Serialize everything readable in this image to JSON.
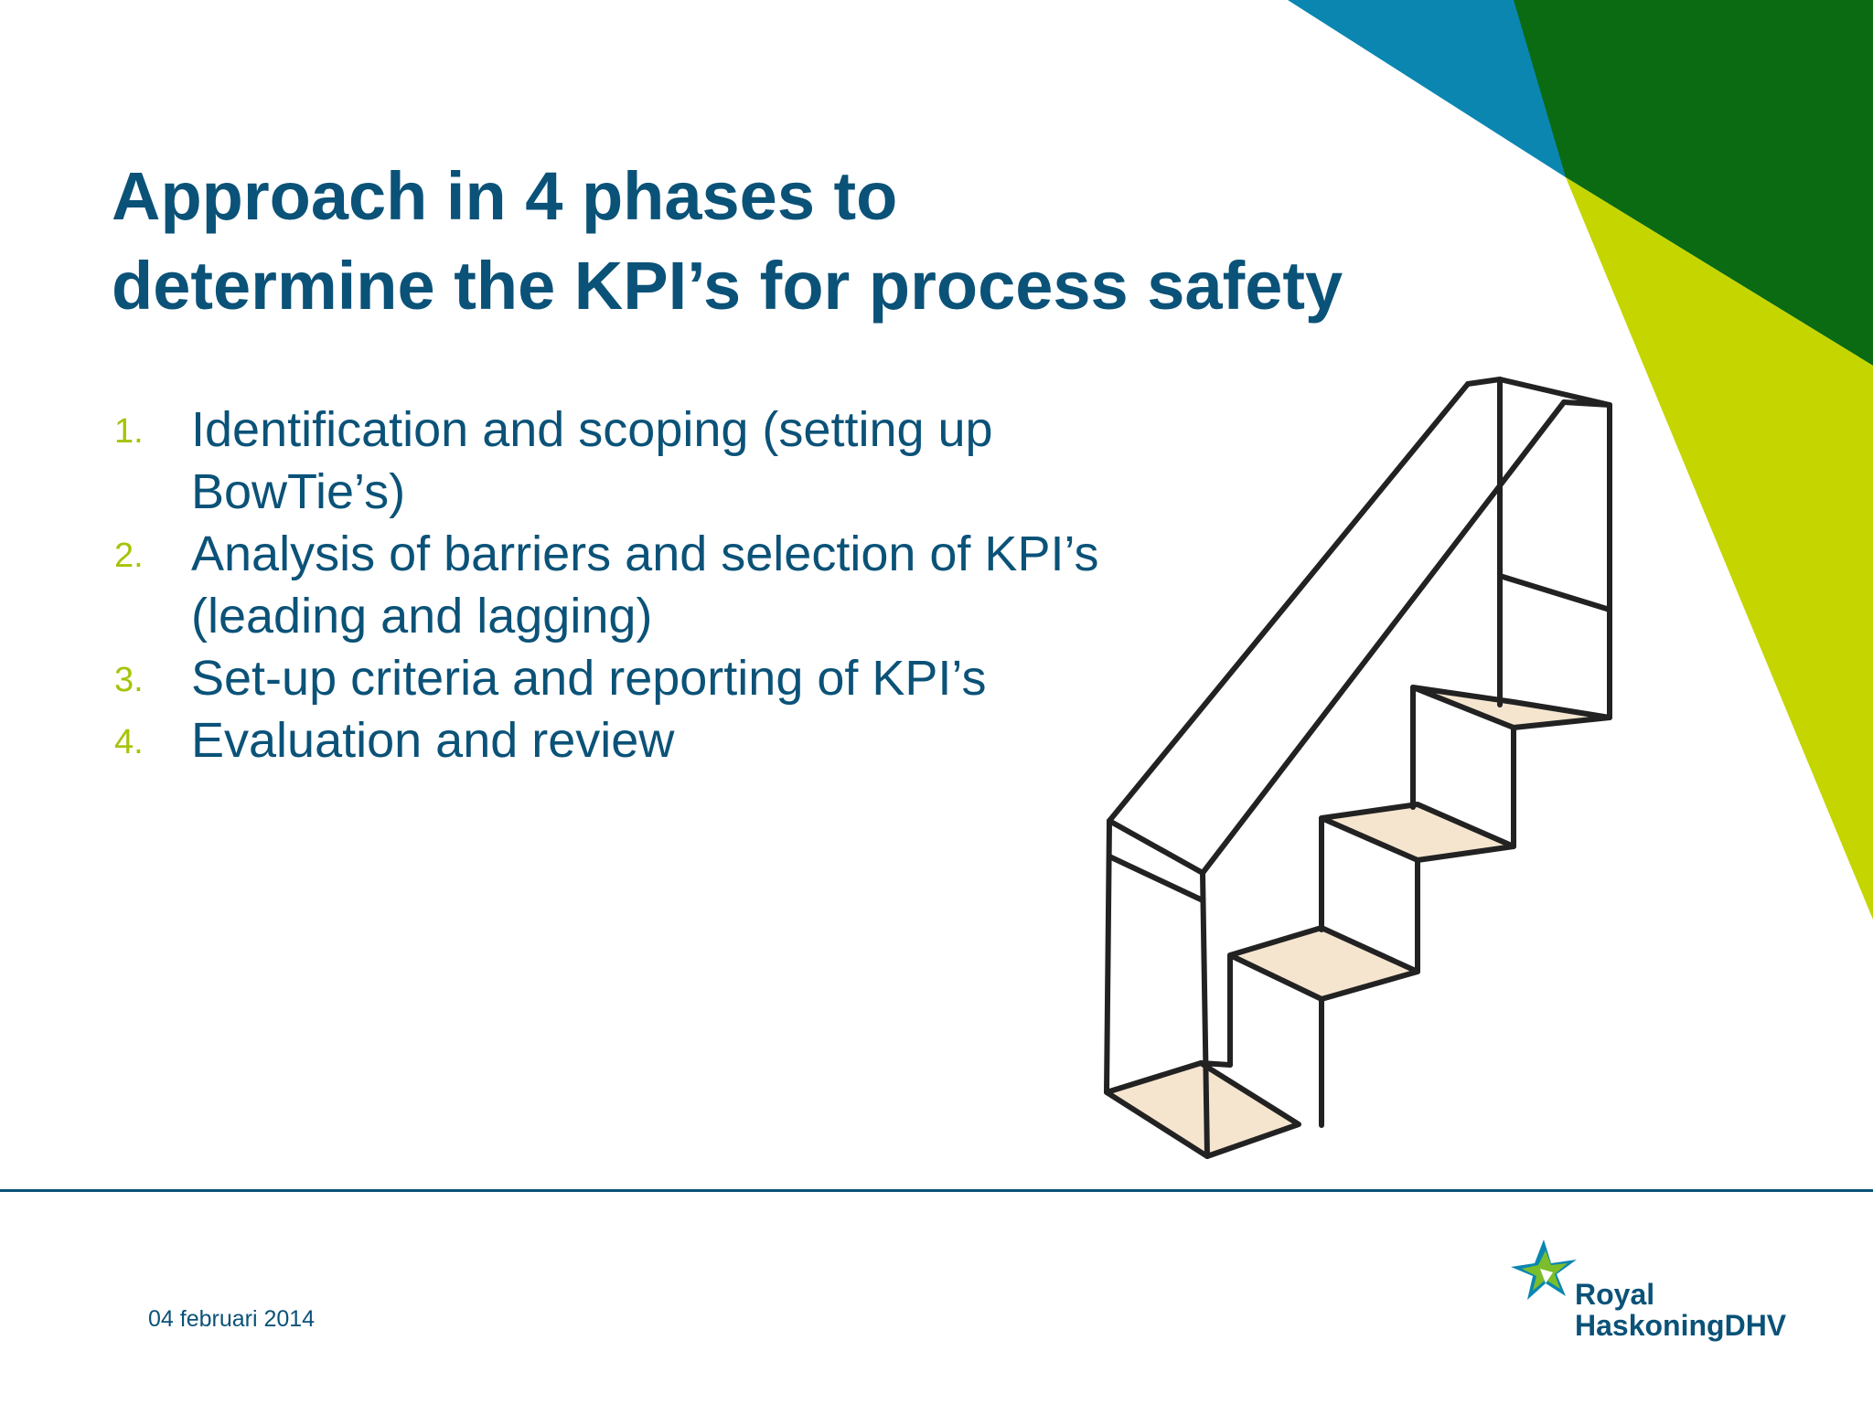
{
  "title": {
    "line1": "Approach in 4 phases to",
    "line2": "determine the KPI’s for process safety"
  },
  "steps": [
    {
      "number": "1.",
      "lines": [
        "Identification and scoping (setting up",
        "BowTie’s)"
      ]
    },
    {
      "number": "2.",
      "lines": [
        "Analysis of barriers and selection of KPI’s",
        "(leading and lagging)"
      ]
    },
    {
      "number": "3.",
      "lines": [
        "Set-up criteria and reporting of KPI’s"
      ]
    },
    {
      "number": "4.",
      "lines": [
        "Evaluation and review"
      ]
    }
  ],
  "footer": {
    "date": "04 februari 2014",
    "logo": {
      "line1": "Royal",
      "line2": "HaskoningDHV"
    }
  },
  "colors": {
    "title": "#0b5278",
    "numbers": "#a8c20a",
    "blue_triangle": "#0a86b1",
    "dark_green_triangle": "#0a6b12",
    "lime_triangle": "#c5d500",
    "step_fill": "#f5e5cf"
  },
  "icons": [
    "stairs-illustration",
    "royal-haskoningdhv-logo-mark"
  ]
}
